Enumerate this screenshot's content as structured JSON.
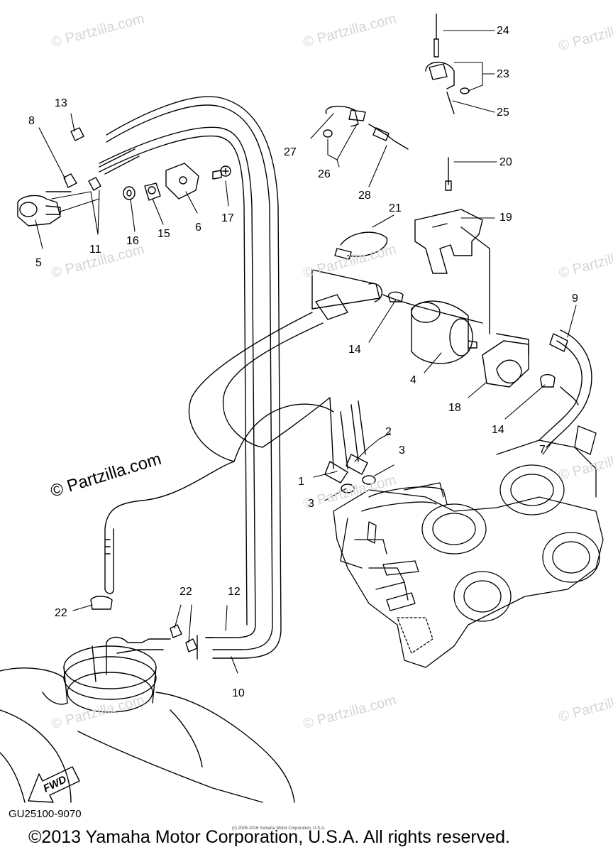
{
  "diagram": {
    "code": "GU25100-9070",
    "copyright": "©2013 Yamaha Motor Corporation, U.S.A. All rights reserved.",
    "fine_print": "(c) 2005-2016 Yamaha Motor Corporation, U.S.A.",
    "fwd_label": "FWD"
  },
  "watermarks": {
    "main": "© Partzilla.com",
    "small": "© Partzilla.com"
  },
  "callouts": [
    {
      "id": "c24",
      "text": "24"
    },
    {
      "id": "c23",
      "text": "23"
    },
    {
      "id": "c25",
      "text": "25"
    },
    {
      "id": "c13",
      "text": "13"
    },
    {
      "id": "c8",
      "text": "8"
    },
    {
      "id": "c27",
      "text": "27"
    },
    {
      "id": "c26",
      "text": "26"
    },
    {
      "id": "c28",
      "text": "28"
    },
    {
      "id": "c20",
      "text": "20"
    },
    {
      "id": "c17",
      "text": "17"
    },
    {
      "id": "c6",
      "text": "6"
    },
    {
      "id": "c15",
      "text": "15"
    },
    {
      "id": "c16",
      "text": "16"
    },
    {
      "id": "c11",
      "text": "11"
    },
    {
      "id": "c5",
      "text": "5"
    },
    {
      "id": "c21",
      "text": "21"
    },
    {
      "id": "c19",
      "text": "19"
    },
    {
      "id": "c9",
      "text": "9"
    },
    {
      "id": "c14a",
      "text": "14"
    },
    {
      "id": "c4",
      "text": "4"
    },
    {
      "id": "c18",
      "text": "18"
    },
    {
      "id": "c14b",
      "text": "14"
    },
    {
      "id": "c7",
      "text": "7"
    },
    {
      "id": "c2",
      "text": "2"
    },
    {
      "id": "c3a",
      "text": "3"
    },
    {
      "id": "c1",
      "text": "1"
    },
    {
      "id": "c3b",
      "text": "3"
    },
    {
      "id": "c22a",
      "text": "22"
    },
    {
      "id": "c12",
      "text": "12"
    },
    {
      "id": "c22b",
      "text": "22"
    },
    {
      "id": "c10",
      "text": "10"
    }
  ]
}
